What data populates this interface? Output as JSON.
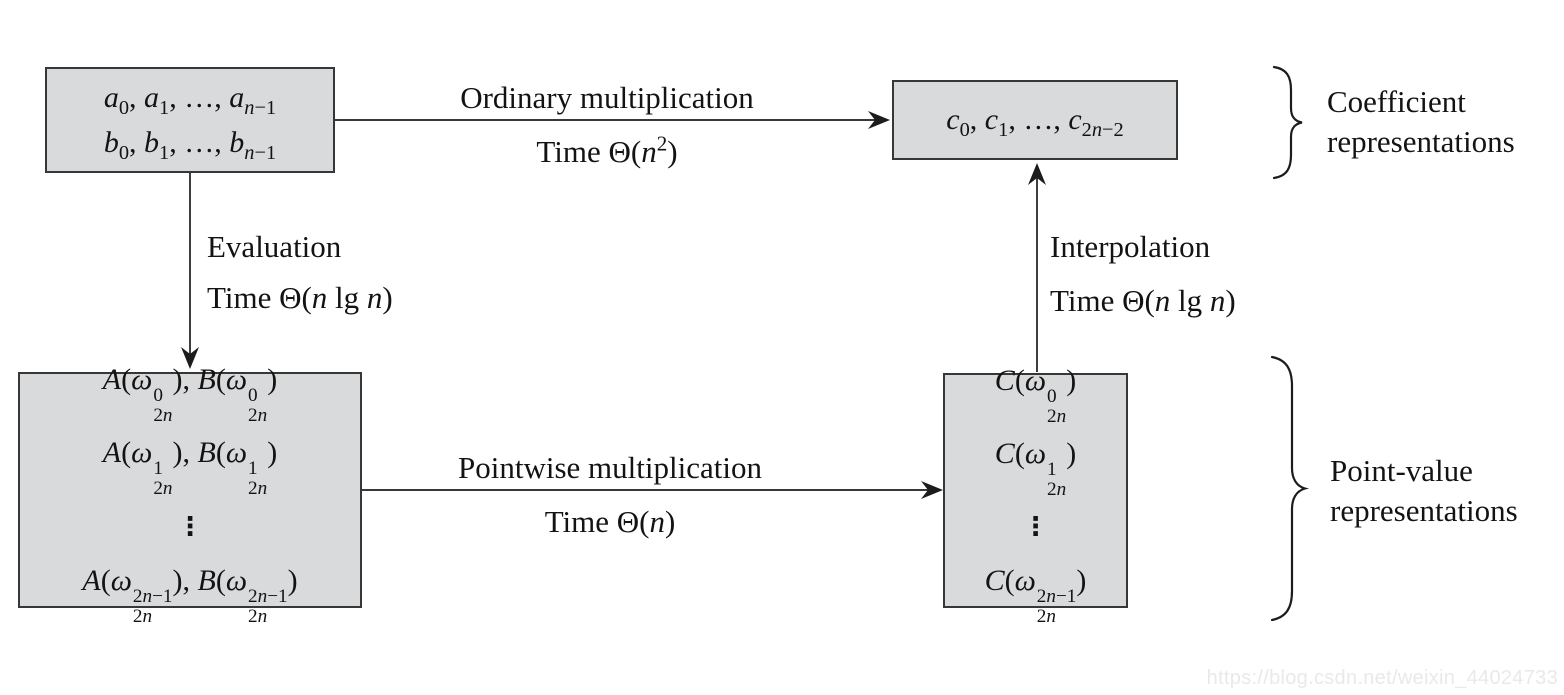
{
  "colors": {
    "box_fill": "#d9dadb",
    "box_border": "#373737",
    "line_color": "#1c1c1c",
    "text_color": "#131313",
    "watermark_color": "#e9e9e8"
  },
  "boxes": {
    "coeff_ab": {
      "lines": [
        "<i>a</i><sub>0</sub>, <i>a</i><sub>1</sub>, …, <i>a</i><sub><i>n</i>−1</sub>",
        "<i>b</i><sub>0</sub>, <i>b</i><sub>1</sub>, …, <i>b</i><sub><i>n</i>−1</sub>"
      ]
    },
    "coeff_c": {
      "lines": [
        "<i>c</i><sub>0</sub>, <i>c</i><sub>1</sub>, …, <i>c</i><sub>2<i>n</i>−2</sub>"
      ]
    },
    "pv_ab": {
      "lines": [
        "<i>A</i>(<i>ω</i><span class='ss'><span>0</span><span>2<i>n</i></span></span>), <i>B</i>(<i>ω</i><span class='ss'><span>0</span><span>2<i>n</i></span></span>)",
        "<i>A</i>(<i>ω</i><span class='ss'><span>1</span><span>2<i>n</i></span></span>), <i>B</i>(<i>ω</i><span class='ss'><span>1</span><span>2<i>n</i></span></span>)",
        "⋮",
        "<i>A</i>(<i>ω</i><span class='ss'><span>2<i>n</i>−1</span><span>2<i>n</i></span></span>), <i>B</i>(<i>ω</i><span class='ss'><span>2<i>n</i>−1</span><span>2<i>n</i></span></span>)"
      ]
    },
    "pv_c": {
      "lines": [
        "<i>C</i>(<i>ω</i><span class='ss'><span>0</span><span>2<i>n</i></span></span>)",
        "<i>C</i>(<i>ω</i><span class='ss'><span>1</span><span>2<i>n</i></span></span>)",
        "⋮",
        "<i>C</i>(<i>ω</i><span class='ss'><span>2<i>n</i>−1</span><span>2<i>n</i></span></span>)"
      ]
    }
  },
  "edges": {
    "ordinary": {
      "name": "Ordinary multiplication",
      "time": "Time Θ(<i>n</i><sup>2</sup>)"
    },
    "evaluation": {
      "name": "Evaluation",
      "time": "Time Θ(<i>n</i> lg <i>n</i>)"
    },
    "pointwise": {
      "name": "Pointwise multiplication",
      "time": "Time Θ(<i>n</i>)"
    },
    "interpolation": {
      "name": "Interpolation",
      "time": "Time Θ(<i>n</i> lg <i>n</i>)"
    }
  },
  "brace_labels": {
    "coefficient": {
      "line1": "Coefficient",
      "line2": "representations"
    },
    "point_value": {
      "line1": "Point-value",
      "line2": "representations"
    }
  },
  "watermark": "https://blog.csdn.net/weixin_44024733"
}
